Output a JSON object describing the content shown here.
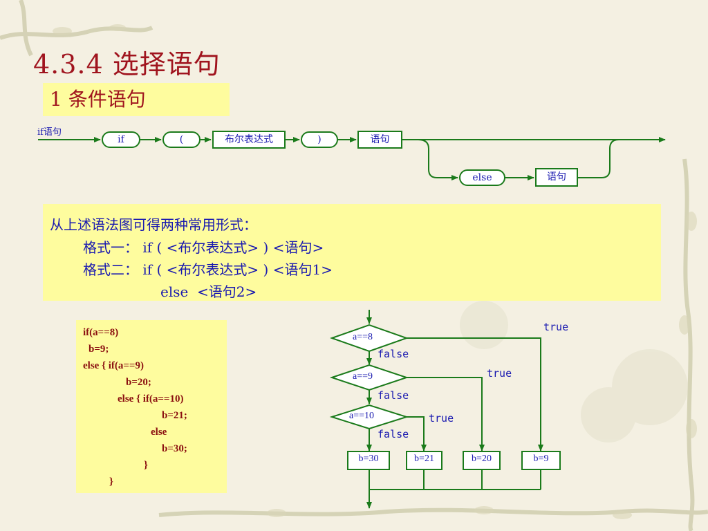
{
  "title": "4.3.4  选择语句",
  "subtitle": "1 条件语句",
  "syntax_diagram": {
    "label": "if语句",
    "if_kw": "if",
    "lparen": "(",
    "expr": "布尔表达式",
    "rparen": ")",
    "stmt": "语句",
    "else_kw": "else",
    "else_stmt": "语句"
  },
  "forms": {
    "intro": "从上述语法图可得两种常用形式：",
    "form1": "格式一： if ( <布尔表达式> ) <语句>",
    "form2": "格式二： if ( <布尔表达式> ) <语句1>",
    "form2_else": "else  <语句2>"
  },
  "code_lines": [
    "if(a==8)",
    "b=9;",
    "else { if(a==9)",
    "b=20;",
    "else { if(a==10)",
    "b=21;",
    "else",
    "b=30;",
    "}",
    "}"
  ],
  "flowchart": {
    "cond1": "a==8",
    "cond2": "a==9",
    "cond3": "a==10",
    "true_label": "true",
    "false_label": "false",
    "out1": "b=30",
    "out2": "b=21",
    "out3": "b=20",
    "out4": "b=9"
  },
  "colors": {
    "title": "#a0141e",
    "text_blue": "#1a1ab0",
    "line_green": "#1a7a1a",
    "box_yellow": "#fefc9e",
    "code_red": "#8b1010"
  }
}
